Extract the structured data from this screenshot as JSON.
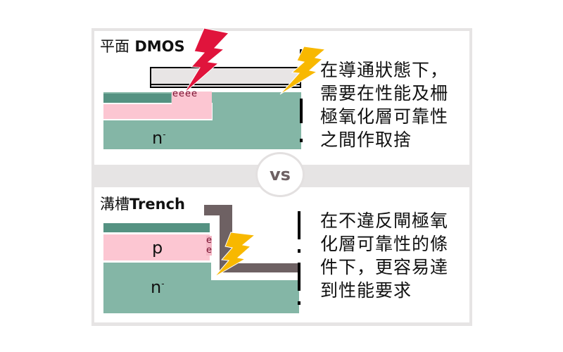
{
  "top": {
    "title_cjk": "平面",
    "title_en": "DMOS",
    "n_label": "n",
    "n_sup": "-",
    "electrons": [
      "e",
      "e",
      "e",
      "e"
    ],
    "description": [
      "在導通狀態下，",
      "需要在性能及柵",
      "極氧化層可靠性",
      "之間作取捨"
    ]
  },
  "divider": {
    "vs": "vs"
  },
  "bottom": {
    "title_cjk": "溝槽",
    "title_en": "Trench",
    "p_label": "p",
    "n_label": "n",
    "n_sup": "-",
    "electrons": [
      "e",
      "e"
    ],
    "description": [
      "在不違反閘極氧",
      "化層可靠性的條",
      "件下，更容易達",
      "到性能要求"
    ]
  },
  "colors": {
    "teal": "#84b6a6",
    "dark_green": "#559282",
    "pink": "#fcc6d2",
    "gate": "#6e6163",
    "red_bolt": "#e0143c",
    "yellow_bolt": "#f8b800"
  }
}
